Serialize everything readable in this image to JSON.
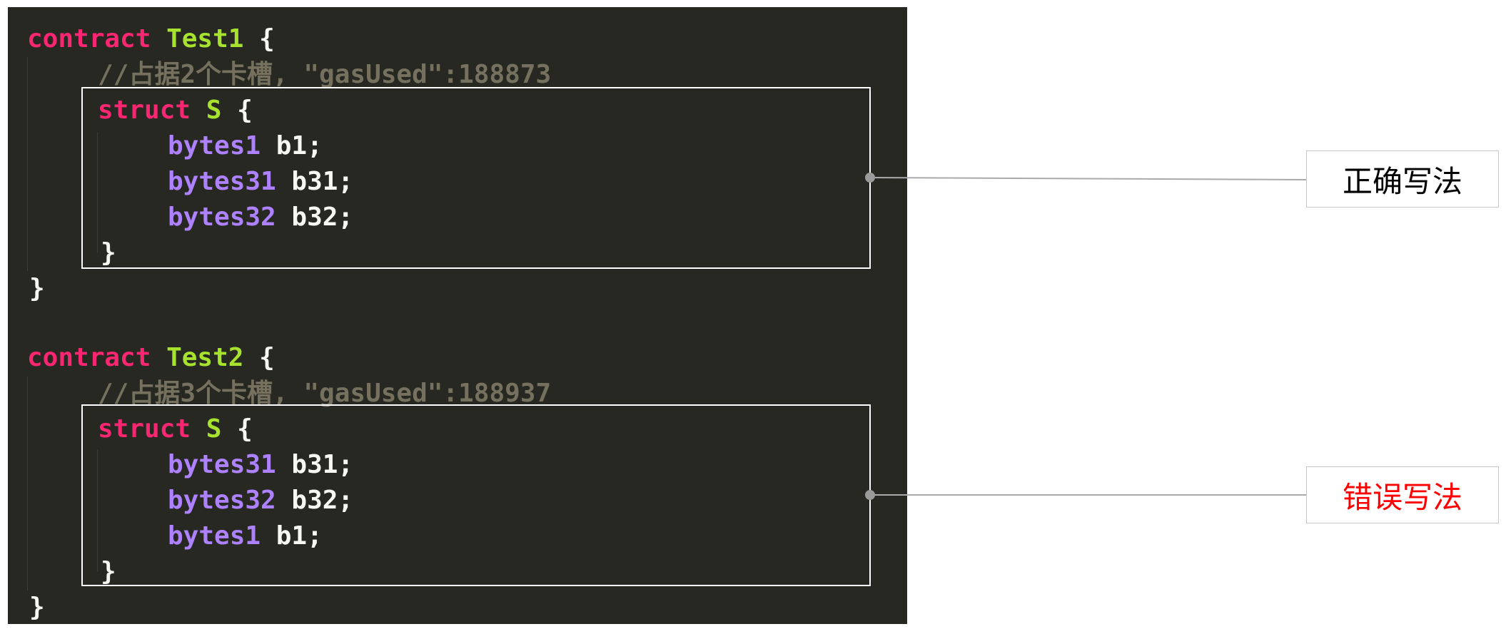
{
  "colors": {
    "background": "#272822",
    "keyword": "#f92672",
    "class_name": "#a6e22e",
    "type": "#ae81ff",
    "comment": "#75715e",
    "plain": "#f8f8f2",
    "box_border": "#ffffff",
    "connector": "#aaaaaa",
    "label_correct": "#000000",
    "label_wrong": "#ff0000"
  },
  "test1": {
    "kw_contract": "contract",
    "name": "Test1",
    "brace_open": " {",
    "comment": "//占据2个卡槽, \"gasUsed\":188873",
    "kw_struct": "struct",
    "struct_name": "S",
    "struct_brace_open": " {",
    "fields": [
      {
        "type": "bytes1",
        "rest": " b1;"
      },
      {
        "type": "bytes31",
        "rest": " b31;"
      },
      {
        "type": "bytes32",
        "rest": " b32;"
      }
    ],
    "struct_brace_close": "}",
    "brace_close": "}"
  },
  "test2": {
    "kw_contract": "contract",
    "name": "Test2",
    "brace_open": " {",
    "comment": "//占据3个卡槽, \"gasUsed\":188937",
    "kw_struct": "struct",
    "struct_name": "S",
    "struct_brace_open": " {",
    "fields": [
      {
        "type": "bytes31",
        "rest": " b31;"
      },
      {
        "type": "bytes32",
        "rest": " b32;"
      },
      {
        "type": "bytes1",
        "rest": " b1;"
      }
    ],
    "struct_brace_close": "}",
    "brace_close": "}"
  },
  "labels": {
    "correct": "正确写法",
    "wrong": "错误写法"
  }
}
